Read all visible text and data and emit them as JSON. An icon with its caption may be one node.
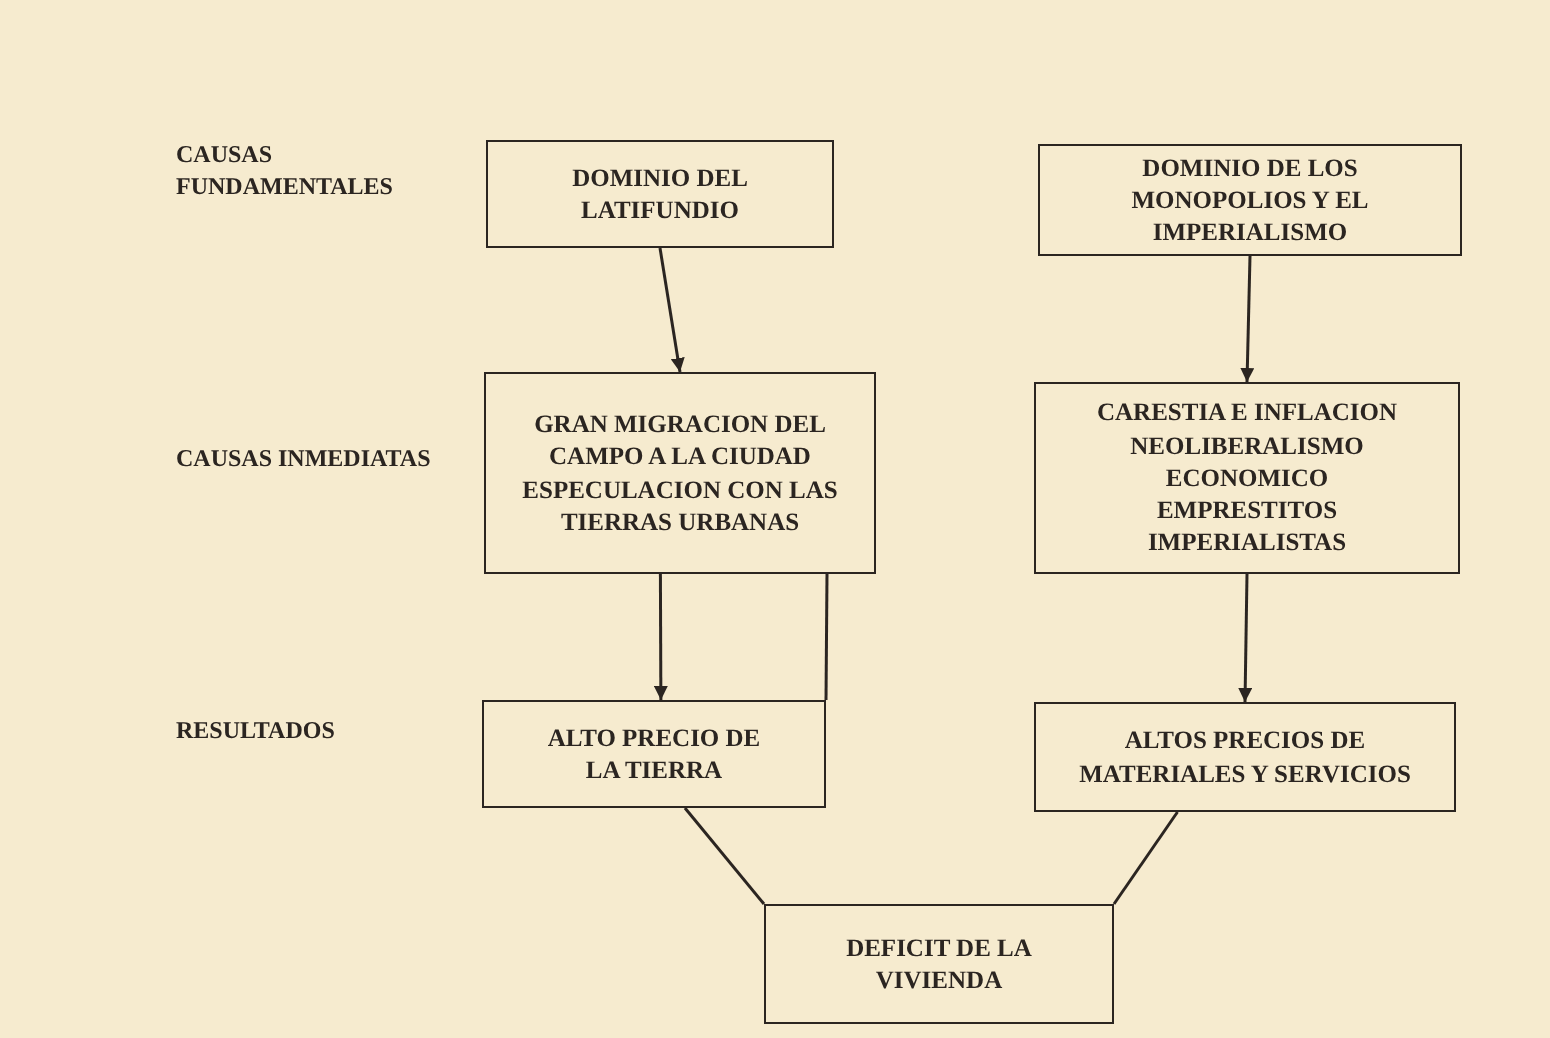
{
  "diagram": {
    "nodes": [
      {
        "text": [
          "DOMINIO DEL LATIFUNDIO"
        ]
      },
      {
        "text": [
          "DOMINIO DE LOS MONOPOLIOS Y EL IMPERIALISMO"
        ]
      },
      {
        "text": [
          "GRAN MIGRACION DEL CAMPO A LA CIUDAD ESPECULACION CON LAS TIERRAS URBANAS"
        ]
      },
      {
        "text": [
          "CARESTIA E INFLACION NEOLIBERALISMO ECONOMICO EMPRESTITOS IMPERIALISTAS"
        ]
      },
      {
        "text": [
          "ALTO PRECIO DE LA TIERRA"
        ]
      },
      {
        "text": [
          "ALTOS PRECIOS DE MATERIALES Y SERVICIOS"
        ]
      },
      {
        "text": [
          "DEFICIT DE LA VIVIENDA"
        ]
      }
    ],
    "edges": [
      {
        "from": 0,
        "to": 2,
        "arrow": "to"
      },
      {
        "from": 1,
        "to": 3,
        "arrow": "to"
      },
      {
        "from": 2,
        "to": 4,
        "arrow": "to"
      },
      {
        "from": 2,
        "to": 4,
        "arrow": "none"
      },
      {
        "from": 3,
        "to": 5,
        "arrow": "to"
      },
      {
        "from": 4,
        "to": 6,
        "arrow": "none"
      },
      {
        "from": 5,
        "to": 6,
        "arrow": "none"
      }
    ],
    "labels": [
      "CAUSAS FUNDAMENTALES",
      "CAUSAS INMEDIATAS",
      "RESULTADOS"
    ]
  }
}
